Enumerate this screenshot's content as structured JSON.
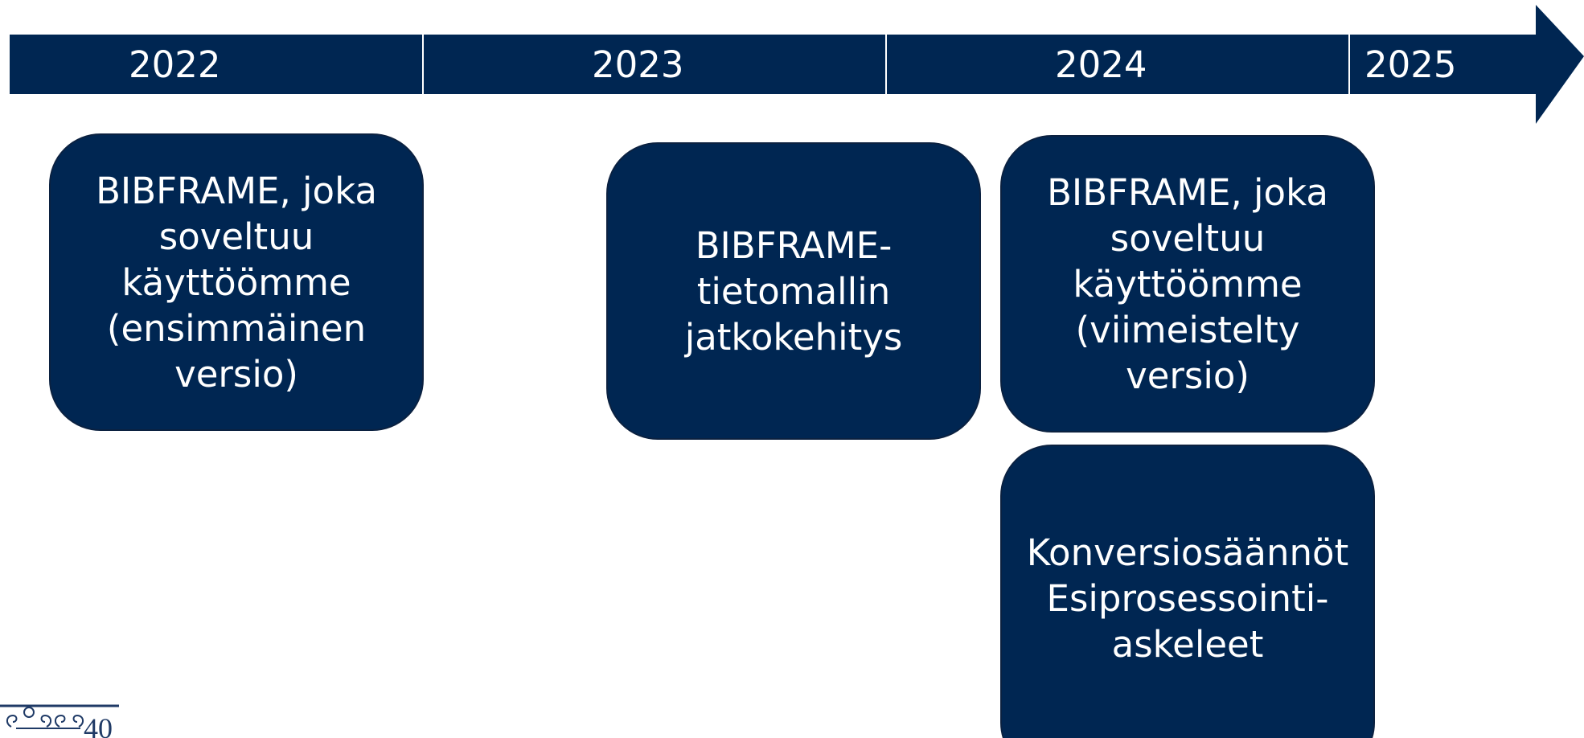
{
  "colors": {
    "navy": "#002652",
    "divider": "#ffffff",
    "text": "#ffffff"
  },
  "timeline": {
    "years": [
      "2022",
      "2023",
      "2024",
      "2025"
    ]
  },
  "milestones": [
    {
      "year": "2022",
      "lines": [
        "BIBFRAME, joka",
        "soveltuu",
        "käyttöömme",
        "(ensimmäinen",
        "versio)"
      ]
    },
    {
      "year": "2023",
      "lines": [
        "BIBFRAME-",
        "tietomallin",
        "jatkokehitys"
      ]
    },
    {
      "year": "2024",
      "lines": [
        "BIBFRAME, joka",
        "soveltuu",
        "käyttöömme",
        "(viimeistelty",
        "versio)"
      ]
    },
    {
      "year": "2024",
      "lines": [
        "Konversiosäännöt",
        "Esiprosessointi-",
        "askeleet"
      ]
    }
  ],
  "logo": {
    "icon": "column-capital-icon",
    "number": "40"
  }
}
